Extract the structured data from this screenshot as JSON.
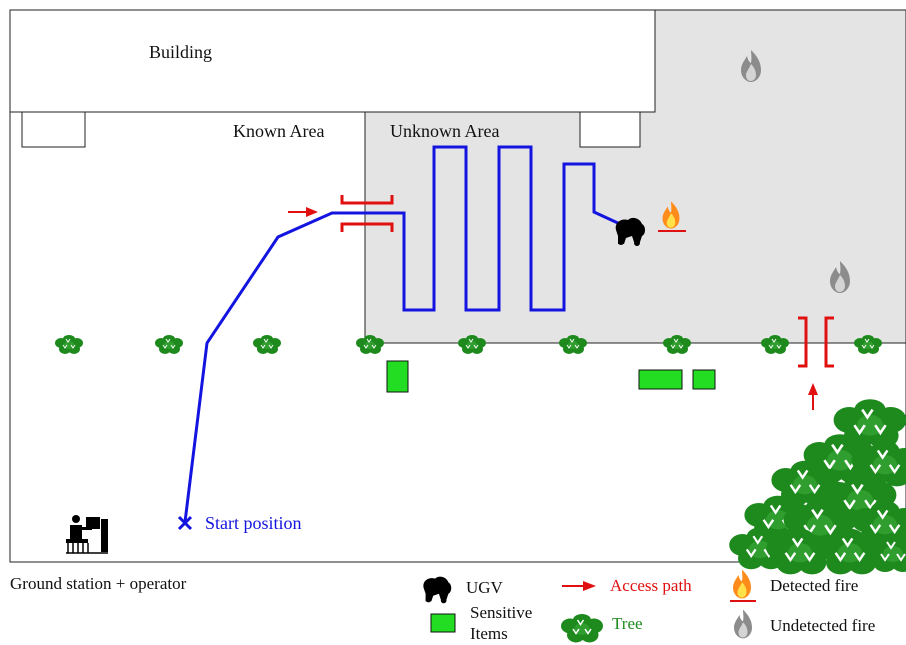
{
  "labels": {
    "building": "Building",
    "known_area": "Known Area",
    "unknown_area": "Unknown Area",
    "start_position": "Start position",
    "ground_station": "Ground station + operator"
  },
  "legend": {
    "ugv": "UGV",
    "sensitive_line1": "Sensitive",
    "sensitive_line2": "Items",
    "access_path": "Access path",
    "tree": "Tree",
    "detected_fire": "Detected fire",
    "undetected_fire": "Undetected fire"
  },
  "colors": {
    "path": "#1414e0",
    "access": "#e01010",
    "sensitive": "#22dd22",
    "tree": "#1e8a1e",
    "unknown_area_fill": "#e4e4e4",
    "undetected_fire": "#8c8c8c",
    "detected_fire": "#ff9a1a"
  },
  "icons": {
    "ugv": "ugv-icon",
    "tree": "tree-icon",
    "sensitive": "sensitive-item-icon",
    "detected_fire": "detected-fire-icon",
    "undetected_fire": "undetected-fire-icon",
    "operator": "operator-icon",
    "start": "start-marker-icon"
  }
}
